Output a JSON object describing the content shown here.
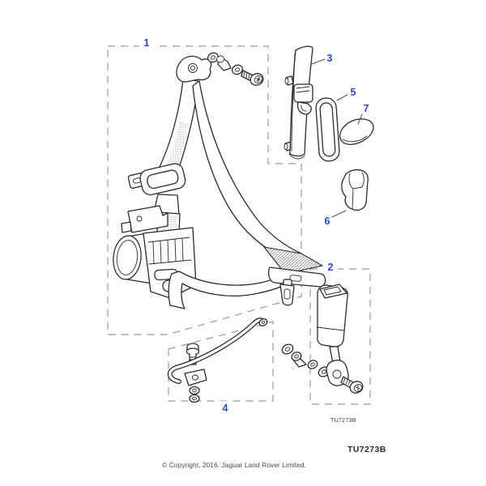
{
  "colors": {
    "accent_blue": "#2b46d4",
    "line": "#2b2b2b",
    "dash_gray": "#999999",
    "text_gray": "#4a4a4a",
    "background": "#ffffff"
  },
  "callouts": {
    "c1": {
      "label": "1"
    },
    "c2": {
      "label": "2"
    },
    "c3": {
      "label": "3"
    },
    "c4": {
      "label": "4"
    },
    "c5": {
      "label": "5"
    },
    "c6": {
      "label": "6"
    },
    "c7": {
      "label": "7"
    }
  },
  "codes": {
    "diagram_code_small": "TU7273B",
    "diagram_code_large": "TU7273B"
  },
  "footer": {
    "copyright": "© Copyright, 2016. Jaguar Land Rover Limited."
  }
}
